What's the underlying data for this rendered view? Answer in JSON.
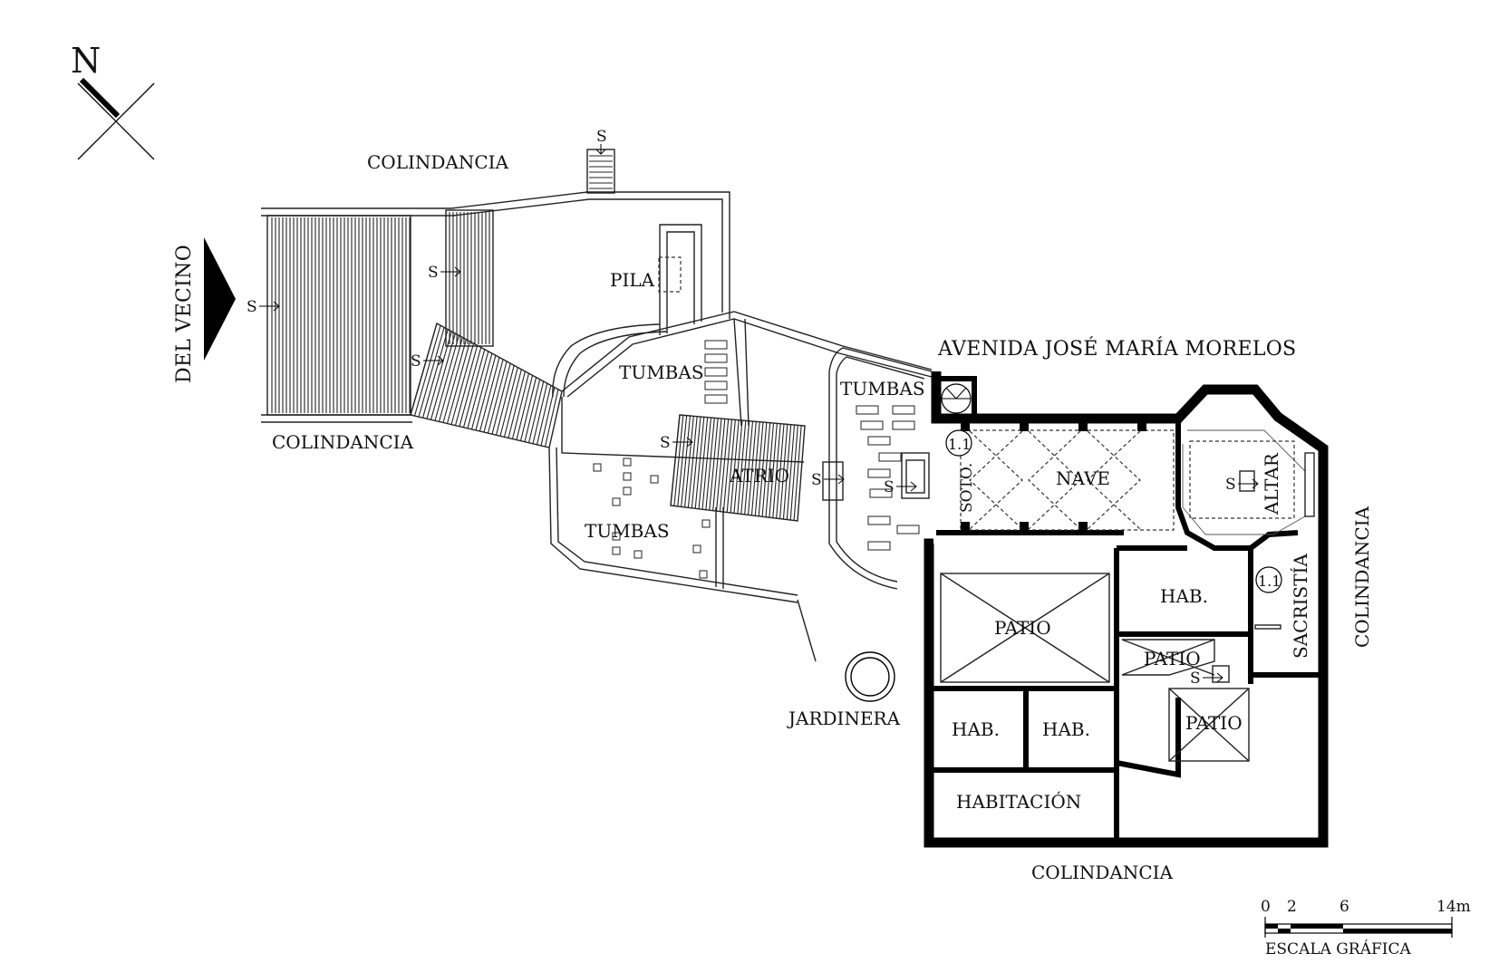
{
  "north": {
    "letter": "N"
  },
  "labels": {
    "colindancia_top": "COLINDANCIA",
    "colindancia_left_bottom": "COLINDANCIA",
    "colindancia_bottom": "COLINDANCIA",
    "colindancia_right": "COLINDANCIA",
    "del_vecino": "DEL VECINO",
    "avenida": "AVENIDA JOSÉ MARÍA MORELOS",
    "pila": "PILA",
    "tumbas_1": "TUMBAS",
    "tumbas_2": "TUMBAS",
    "tumbas_3": "TUMBAS",
    "atrio": "ATRIO",
    "soto": "SOTO.",
    "nave": "NAVE",
    "altar": "ALTAR",
    "sacristia": "SACRISTÍA",
    "hab_1": "HAB.",
    "hab_2": "HAB.",
    "hab_3": "HAB.",
    "patio_1": "PATIO",
    "patio_2": "PATIO",
    "patio_3": "PATIO",
    "habitacion": "HABITACIÓN",
    "jardinera": "JARDINERA",
    "marker_1": "1.1",
    "marker_2": "1.1"
  },
  "stairs": {
    "s": "S"
  },
  "scale": {
    "ticks": [
      "0",
      "2",
      "6",
      "14m"
    ],
    "caption": "ESCALA GRÁFICA"
  }
}
